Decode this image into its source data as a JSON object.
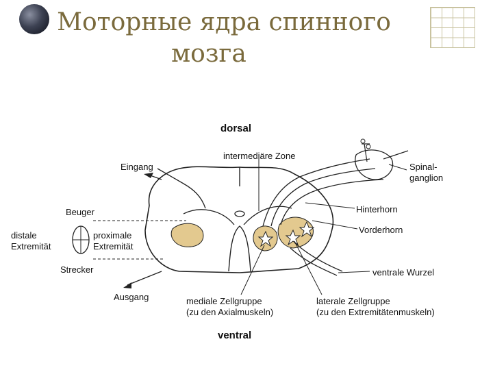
{
  "slide": {
    "title_line1": "Моторные ядра спинного",
    "title_line2": "мозга"
  },
  "diagram": {
    "dorsal": "dorsal",
    "ventral": "ventral",
    "intermediate_zone": "intermediäre Zone",
    "eingang": "Eingang",
    "spinalganglion_1": "Spinal-",
    "spinalganglion_2": "ganglion",
    "beuger": "Beuger",
    "distale_1": "distale",
    "distale_2": "Extremität",
    "proximale_1": "proximale",
    "proximale_2": "Extremität",
    "hinterhorn": "Hinterhorn",
    "vorderhorn": "Vorderhorn",
    "strecker": "Strecker",
    "ventrale_wurzel": "ventrale Wurzel",
    "ausgang": "Ausgang",
    "mediale_1": "mediale Zellgruppe",
    "mediale_2": "(zu den Axialmuskeln)",
    "laterale_1": "laterale Zellgruppe",
    "laterale_2": "(zu den Extremitätenmuskeln)"
  },
  "colors": {
    "title": "#7a6a3c",
    "nucleus_fill": "#e3c98f",
    "line": "#222222"
  }
}
